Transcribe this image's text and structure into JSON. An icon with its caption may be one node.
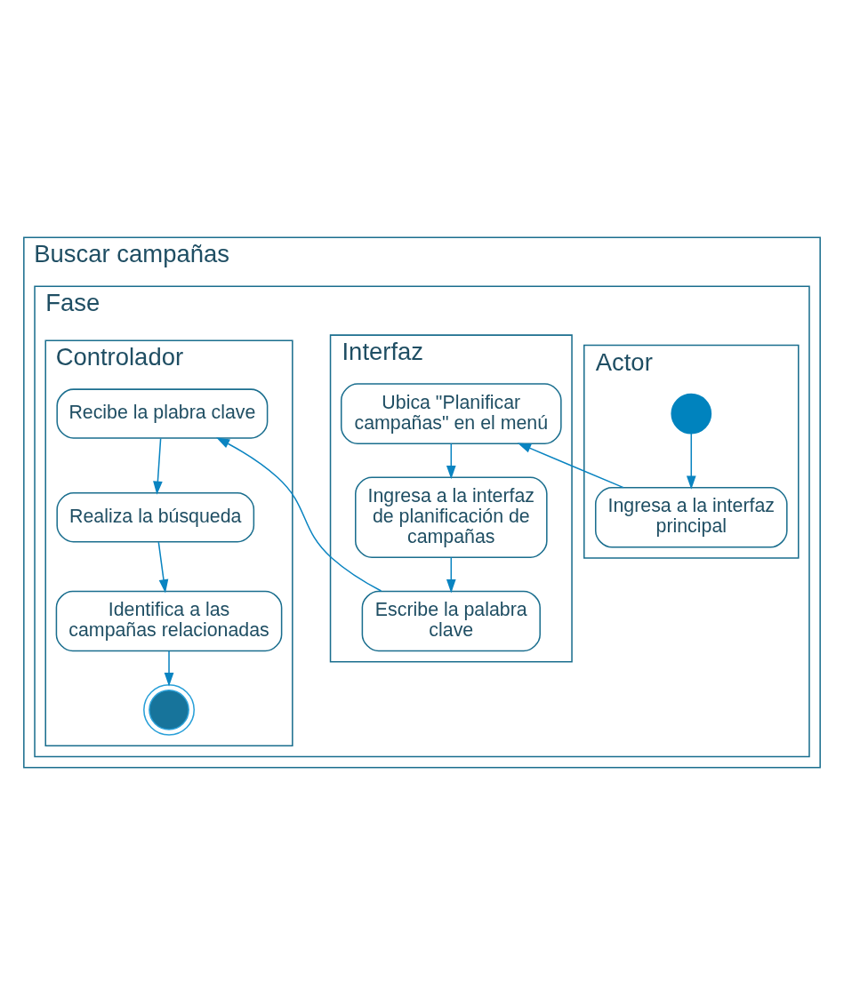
{
  "diagram": {
    "nodes": [
      {
        "text": [
          "Buscar campañas"
        ]
      },
      {
        "text": [
          "Fase"
        ],
        "in": 0
      },
      {
        "text": [
          "Actor"
        ],
        "in": 1
      },
      {
        "text": [
          "Interfaz"
        ],
        "in": 1
      },
      {
        "text": [
          "Controlador"
        ],
        "in": 1
      },
      {
        "text": [],
        "shape": "circle",
        "in": 2
      },
      {
        "text": [
          "Ingresa a la interfaz principal"
        ],
        "in": 2
      },
      {
        "text": [
          "Ubica \"Planificar campañas\" en el menú"
        ],
        "in": 3
      },
      {
        "text": [
          "Ingresa a la interfaz de planificación de campañas"
        ],
        "in": 3
      },
      {
        "text": [
          "Escribe la palabra clave"
        ],
        "in": 3
      },
      {
        "text": [
          "Recibe la plabra clave"
        ],
        "in": 4
      },
      {
        "text": [
          "Realiza la búsqueda"
        ],
        "in": 4
      },
      {
        "text": [
          "Identifica a las campañas relacionadas"
        ],
        "in": 4
      },
      {
        "text": [],
        "shape": "circle",
        "in": 4
      }
    ],
    "edges": [
      {
        "from": 5,
        "to": 6,
        "arrow": "to"
      },
      {
        "from": 6,
        "to": 7,
        "arrow": "to"
      },
      {
        "from": 7,
        "to": 8,
        "arrow": "to"
      },
      {
        "from": 8,
        "to": 9,
        "arrow": "to"
      },
      {
        "from": 9,
        "to": 10,
        "arrow": "to"
      },
      {
        "from": 10,
        "to": 11,
        "arrow": "to"
      },
      {
        "from": 11,
        "to": 12,
        "arrow": "to"
      },
      {
        "from": 12,
        "to": 13,
        "arrow": "to"
      }
    ]
  }
}
